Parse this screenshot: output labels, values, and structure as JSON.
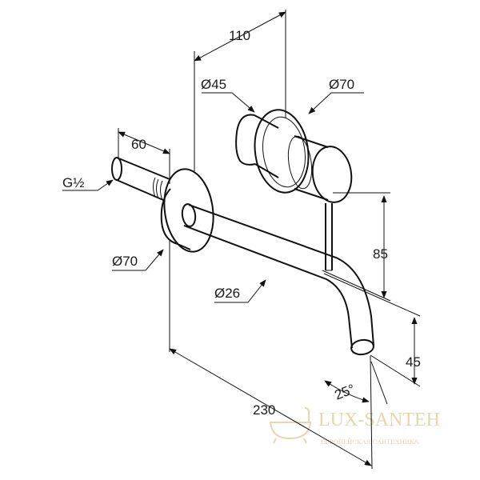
{
  "dimensions": {
    "concealed_depth": "110",
    "inlet_length": "60",
    "thread": "G½",
    "handle_diameter": "Ø45",
    "handle_rosette_diameter": "Ø70",
    "spout_rosette_diameter": "Ø70",
    "spout_diameter": "Ø26",
    "handle_height": "85",
    "outlet_height": "45",
    "spout_reach": "230",
    "outlet_angle": "25°"
  },
  "watermark": {
    "brand": "LUX-SANTEH",
    "tagline": "ЕВРОПЕЙСКАЯ САНТЕХНИКА"
  }
}
